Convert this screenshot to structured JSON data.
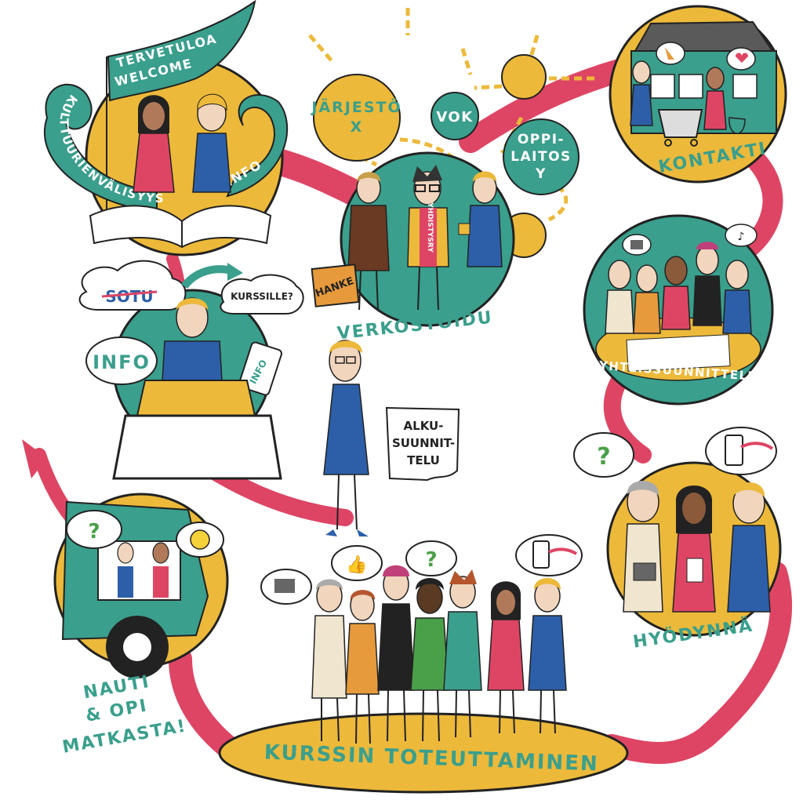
{
  "colors": {
    "teal": "#3a9f8c",
    "yellow": "#ecb93a",
    "magenta": "#de4564",
    "blue": "#2c5fa8",
    "dark": "#222222"
  },
  "welcome": {
    "flag_line1": "TERVETULOA",
    "flag_line2": "WELCOME",
    "ribbon": "KULTTUURIENVÄLISYYS",
    "info": "INFO"
  },
  "network": {
    "org_line1": "JÄRJESTÖ",
    "org_line2": "X",
    "vok": "VOK",
    "school_line1": "OPPI-",
    "school_line2": "LAITOS",
    "school_line3": "Y",
    "briefcase": "HANKE",
    "shirt": "YHDISTYSRY",
    "title": "VERKOSTOIDU"
  },
  "contact": {
    "title": "KONTAKTI"
  },
  "codesign": {
    "title": "YHTEISSUUNNITTELU"
  },
  "info_step": {
    "cloud1": "SOTU",
    "cloud2": "KURSSILLE?",
    "bubble": "INFO",
    "phone": "INFO"
  },
  "planning": {
    "note_line1": "ALKU-",
    "note_line2": "SUUNNIT-",
    "note_line3": "TELU"
  },
  "utilize": {
    "title": "HYÖDYNNÄ",
    "q": "?"
  },
  "journey": {
    "line1": "NAUTI",
    "line2": "& OPI",
    "line3": "MATKASTA!",
    "q": "?"
  },
  "course": {
    "title": "KURSSIN TOTEUTTAMINEN",
    "q": "?"
  }
}
